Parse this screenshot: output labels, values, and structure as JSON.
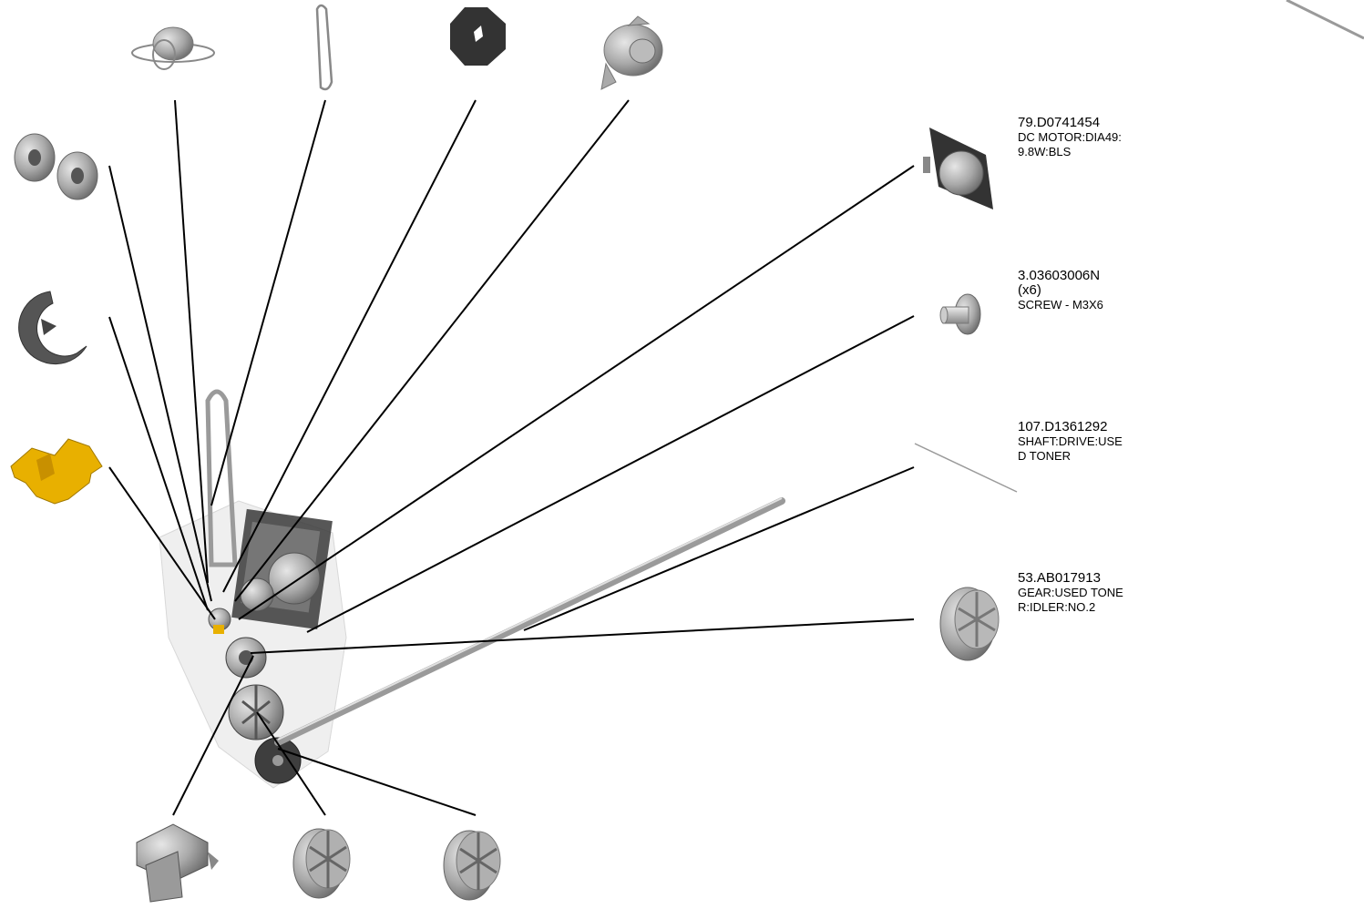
{
  "labels": [
    {
      "part_number": "79.D0741454",
      "description_lines": [
        "DC MOTOR:DIA49:",
        "9.8W:BLS"
      ]
    },
    {
      "part_number": "3.03603006N",
      "quantity": "(x6)",
      "description_lines": [
        "SCREW - M3X6"
      ]
    },
    {
      "part_number": "107.D1361292",
      "description_lines": [
        "SHAFT:DRIVE:USE",
        "D TONER"
      ]
    },
    {
      "part_number": "53.AB017913",
      "description_lines": [
        "GEAR:USED TONE",
        "R:IDLER:NO.2"
      ]
    }
  ],
  "colors": {
    "part_grey": "#9a9a9a",
    "part_highlight": "#e8b000",
    "leader": "#000000"
  }
}
